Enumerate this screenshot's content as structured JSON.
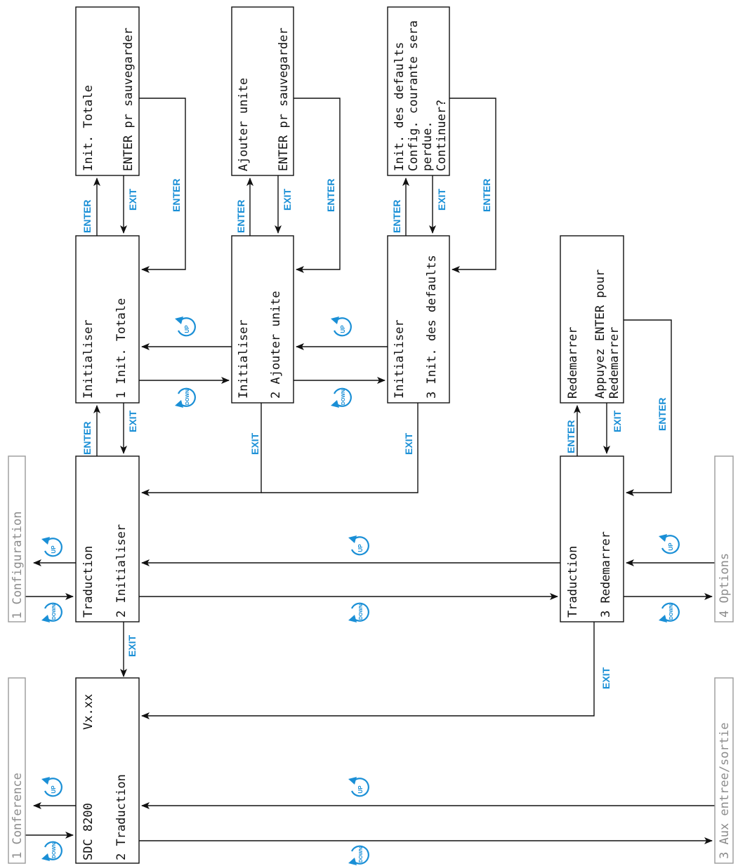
{
  "colors": {
    "key_blue": "#1a8fd6",
    "line": "#111111",
    "inactive": "#9a9a9a"
  },
  "keys": {
    "enter": "ENTER",
    "exit": "EXIT",
    "up": "UP",
    "down": "DOWN"
  },
  "screens": {
    "main": {
      "line1": "SDC 8200",
      "version": "Vx.xx",
      "line2": "2 Traduction"
    },
    "traduction_init": {
      "line1": "Traduction",
      "line2": "2 Initialiser"
    },
    "traduction_redemarrer": {
      "line1": "Traduction",
      "line2": "3 Redemarrer"
    },
    "init_totale": {
      "line1": "Initialiser",
      "line2": "1 Init. Totale"
    },
    "init_ajouter": {
      "line1": "Initialiser",
      "line2": "2 Ajouter unite"
    },
    "init_defaults": {
      "line1": "Initialiser",
      "line2": "3 Init. des defaults"
    },
    "confirm_totale": {
      "line1": "Init. Totale",
      "line2": "ENTER pr sauvegarder"
    },
    "confirm_ajouter": {
      "line1": "Ajouter unite",
      "line2": "ENTER pr sauvegarder"
    },
    "confirm_defaults": {
      "line1": "Init. des defaults",
      "line2": "Config. courante sera",
      "line3": "perdue.",
      "line4": "Continuer?"
    },
    "confirm_redemarrer": {
      "line1": "Redemarrer",
      "line2": "Appuyez ENTER pour",
      "line3": "Redemarrer"
    }
  },
  "side_menus": {
    "conference": "1 Conference",
    "configuration": "1 Configuration",
    "aux": "3 Aux entree/sortie",
    "options": "4 Options"
  }
}
